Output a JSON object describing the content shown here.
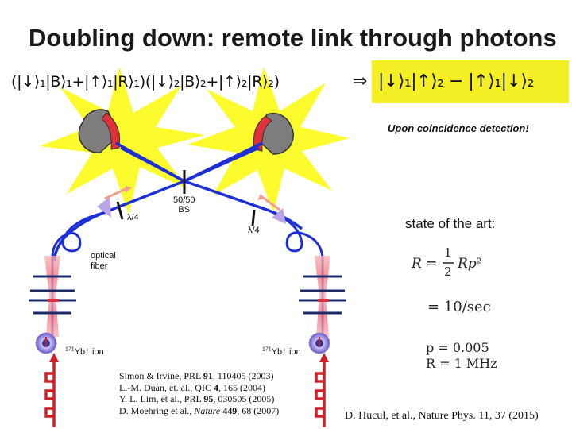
{
  "slide": {
    "title": "Doubling down: remote link through photons"
  },
  "equation": {
    "left": "(|↓⟩₁|B⟩₁+|↑⟩₁|R⟩₁)(|↓⟩₂|B⟩₂+|↑⟩₂|R⟩₂)",
    "arrow": "⇒",
    "right": "|↓⟩₁|↑⟩₂ − |↑⟩₁|↓⟩₂"
  },
  "labels": {
    "coincidence": "Upon coincidence detection!",
    "beamsplitter": [
      "50/50",
      "BS"
    ],
    "waveplate_left": "λ/4",
    "waveplate_right": "λ/4",
    "fiber": [
      "optical",
      "fiber"
    ],
    "ion_left_sup": "171",
    "ion_left": "Yb⁺ ion",
    "ion_right_sup": "171",
    "ion_right": "Yb⁺ ion"
  },
  "state_of_art": {
    "heading": "state of the art:",
    "formula_lhs": "R =",
    "formula_num": "1",
    "formula_den": "2",
    "formula_rhs": "Rp²",
    "rate": "= 10/sec",
    "p_value": "p = 0.005",
    "R_value": "R = 1 MHz"
  },
  "references": [
    {
      "authors": "Simon & Irvine, PRL ",
      "vol": "91",
      "rest": ", 110405 (2003)"
    },
    {
      "authors": "L.-M. Duan, et. al., QIC ",
      "vol": "4",
      "rest": ", 165 (2004)"
    },
    {
      "authors": "Y. L. Lim, et al., PRL ",
      "vol": "95",
      "rest": ", 030505 (2005)"
    },
    {
      "authors": "D. Moehring et al., ",
      "journal": "Nature",
      "vol": "449",
      "rest": ", 68 (2007)"
    }
  ],
  "citation": "D. Hucul, et al., Nature Phys. 11, 37 (2015)",
  "colors": {
    "star": "#fbfb2e",
    "fiber": "#1f2fd6",
    "detector": "#7d7d7d",
    "detector_face": "#e0303a",
    "beam": "#f49aa0",
    "highlight": "#f5ef25",
    "cone": "#b9a6e6",
    "ion_arrow": "#d02020"
  },
  "icons": [
    "detector-icon",
    "ion-icon",
    "photon-arrow-icon",
    "laser-pulse-icon"
  ]
}
